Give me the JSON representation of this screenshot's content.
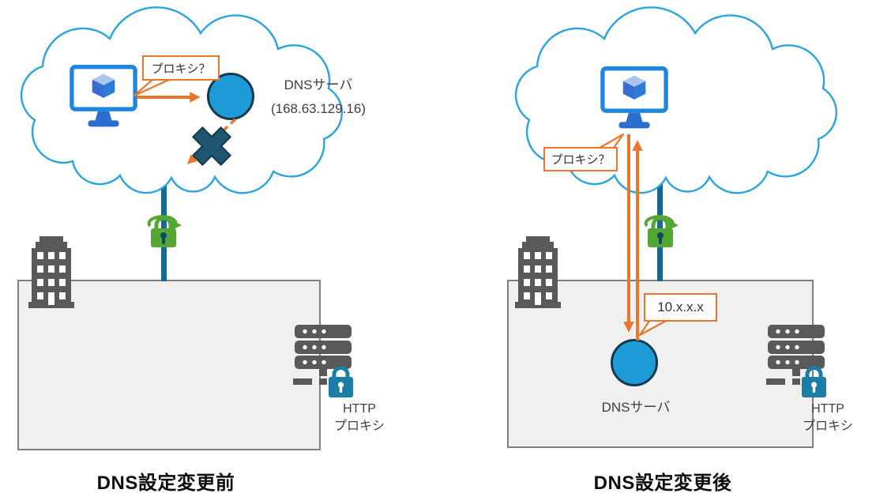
{
  "colors": {
    "cloud_stroke": "#2AA4DE",
    "orange": "#E8762D",
    "dns_circle_fill": "#1C9BD6",
    "dns_circle_stroke": "#14384C",
    "cross": "#1E5670",
    "cross_stroke": "#153849",
    "connector": "#17688A",
    "gateway_green": "#54A733",
    "gateway_keyhole": "#0D4B63",
    "proxy_lock_blue": "#1B7EA6",
    "icon_gray": "#595959",
    "box_fill": "#F0F0F0",
    "box_border": "#7F7F7F",
    "vm_blue": "#1E86DD",
    "vm_stand": "#2A6FD0",
    "cube_top": "#A8C6F1",
    "cube_left": "#3A6BD0",
    "cube_right": "#2B7BD9",
    "label_color": "#3F3F3F"
  },
  "icons": [
    "cloud-outline",
    "azure-vm-icon",
    "dns-endpoint-circle",
    "blocked-cross-icon",
    "vpn-gateway-lock-icon",
    "building-icon",
    "server-rack-icon",
    "http-proxy-lock-icon"
  ],
  "before": {
    "title": "DNS設定変更前",
    "vm_query_bubble": "プロキシ？",
    "dns_server_label": "DNSサーバ",
    "dns_server_ip": "(168.63.129.16)",
    "http_proxy_label_1": "HTTP",
    "http_proxy_label_2": "プロキシ"
  },
  "after": {
    "title": "DNS設定変更後",
    "vm_query_bubble": "プロキシ？",
    "dns_response_bubble": "10.x.x.x",
    "dns_server_label": "DNSサーバ",
    "http_proxy_label_1": "HTTP",
    "http_proxy_label_2": "プロキシ"
  }
}
